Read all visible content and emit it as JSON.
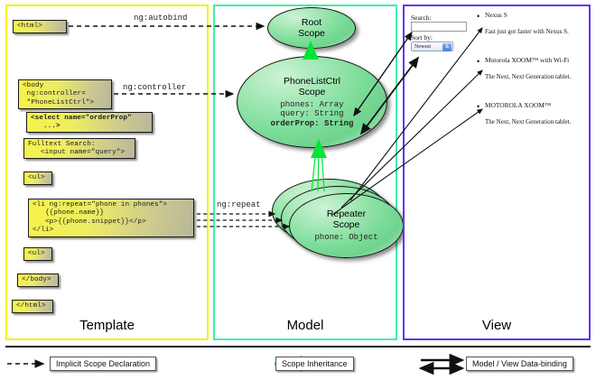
{
  "diagram": {
    "title": "AngularJS Template / Model / View data-binding diagram",
    "columns": [
      {
        "key": "template",
        "label": "Template",
        "border_color": "#f2f20a"
      },
      {
        "key": "model",
        "label": "Model",
        "border_color": "#3ff0a8"
      },
      {
        "key": "view",
        "label": "View",
        "border_color": "#6633ee"
      }
    ]
  },
  "template": {
    "label": "Template",
    "boxes": [
      {
        "id": "html-open",
        "text": "<html>"
      },
      {
        "id": "body-open",
        "text": "<body\n ng:controller=\n \"PhoneListCtrl\">"
      },
      {
        "id": "select",
        "text": "<select name=\"orderProp\"\n   ...>",
        "bold": true
      },
      {
        "id": "fulltext",
        "text": "Fulltext Search:\n   <input name=\"query\">"
      },
      {
        "id": "ul-open",
        "text": "<ul>"
      },
      {
        "id": "li-repeat",
        "text": "<li ng:repeat=\"phone in phones\">\n   {{phone.name}}\n   <p>{{phone.snippet}}</p>\n</li>"
      },
      {
        "id": "ul-close",
        "text": "<ul>"
      },
      {
        "id": "body-close",
        "text": "</body>"
      },
      {
        "id": "html-close",
        "text": "</html>"
      }
    ]
  },
  "model": {
    "label": "Model",
    "scopes": [
      {
        "id": "root-scope",
        "title": "Root\nScope",
        "props": ""
      },
      {
        "id": "phonelist-scope",
        "title": "PhoneListCtrl\nScope",
        "props_plain": "phones: Array\nquery: String",
        "props_bold": "orderProp: String"
      },
      {
        "id": "repeater-scope",
        "title": "Repeater\nScope",
        "props": "phone: Object"
      }
    ],
    "edge_labels": [
      {
        "id": "ng-autobind",
        "text": "ng:autobind"
      },
      {
        "id": "ng-controller",
        "text": "ng:controller"
      },
      {
        "id": "ng-repeat",
        "text": "ng:repeat"
      }
    ]
  },
  "view": {
    "label": "View",
    "search_label": "Search:",
    "search_value": "",
    "sort_label": "Sort by:",
    "sort_selected": "Newest",
    "phones": [
      {
        "name": "Nexus S",
        "snippet": "Fast just got faster with Nexus S."
      },
      {
        "name": "Motorola XOOM™ with Wi-Fi",
        "snippet": "The Next, Next Generation tablet."
      },
      {
        "name": "MOTOROLA XOOM™",
        "snippet": "The Next, Next Generation tablet."
      }
    ]
  },
  "legend": {
    "items": [
      {
        "id": "implicit-scope-declaration",
        "label": "Implicit Scope Declaration",
        "arrow": "dashed-black"
      },
      {
        "id": "scope-inheritance",
        "label": "Scope Inheritance",
        "arrow": "solid-green"
      },
      {
        "id": "model-view-data-binding",
        "label": "Model / View Data-binding",
        "arrow": "double-black"
      }
    ]
  },
  "colors": {
    "template_border": "#f2f20a",
    "model_border": "#3ff0a8",
    "view_border": "#6633ee",
    "code_box_yellow": "#f2ef4f",
    "scope_green": "#7cdc99",
    "inheritance_green": "#00e535",
    "arrow_black": "#111111"
  }
}
